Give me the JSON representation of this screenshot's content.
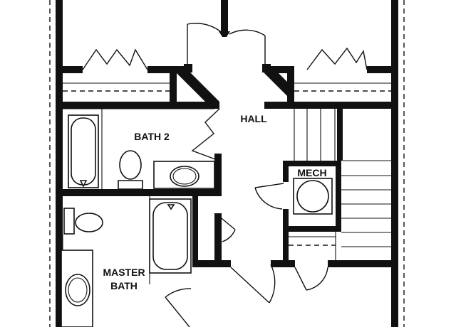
{
  "floor_plan": {
    "rooms": [
      {
        "id": "hall",
        "label_lines": [
          "HALL"
        ]
      },
      {
        "id": "bath2",
        "label_lines": [
          "BATH 2"
        ]
      },
      {
        "id": "mech",
        "label_lines": [
          "MECH"
        ]
      },
      {
        "id": "master",
        "label_lines": [
          "MASTER",
          "BATH"
        ]
      }
    ]
  }
}
